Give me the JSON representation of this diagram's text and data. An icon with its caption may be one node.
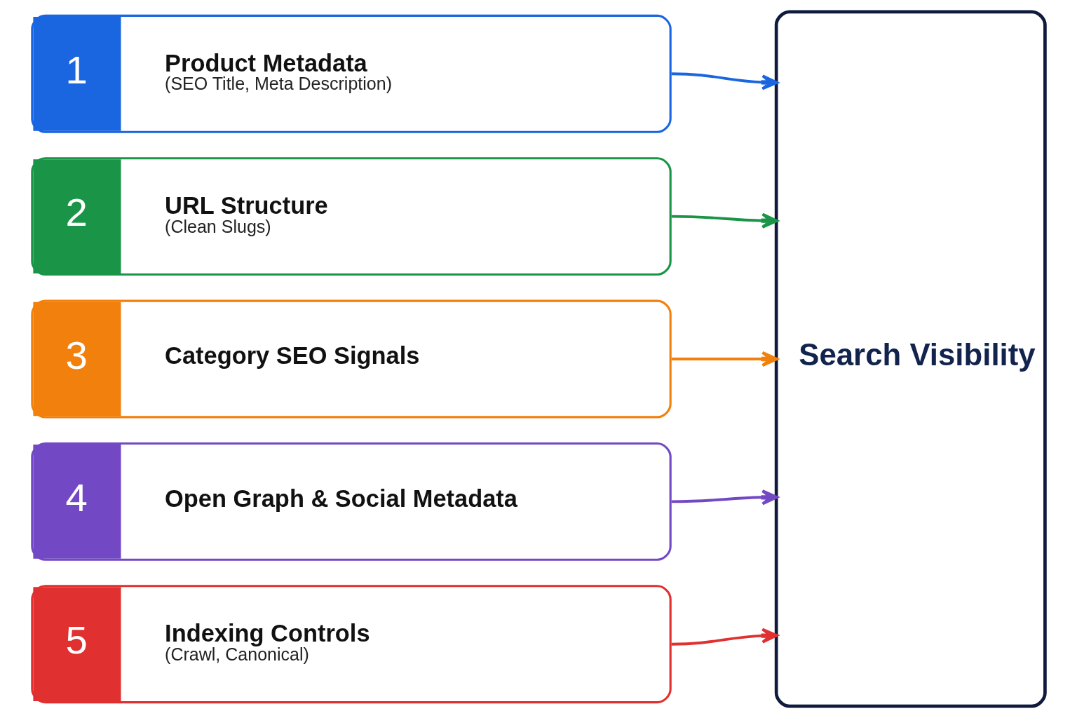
{
  "diagram": {
    "nodes": [
      {
        "text": [
          "1",
          "Product Metadata",
          "(SEO Title, Meta Description)"
        ]
      },
      {
        "text": [
          "2",
          "URL Structure",
          "(Clean Slugs)"
        ]
      },
      {
        "text": [
          "3",
          "Category SEO Signals"
        ]
      },
      {
        "text": [
          "4",
          "Open Graph & Social Metadata"
        ]
      },
      {
        "text": [
          "5",
          "Indexing Controls",
          "(Crawl, Canonical)"
        ]
      },
      {
        "text": [
          "Search Visibility"
        ]
      }
    ],
    "edges": [
      {
        "from": 0,
        "to": 5,
        "arrow": "to",
        "color": "#1a66e0"
      },
      {
        "from": 1,
        "to": 5,
        "arrow": "to",
        "color": "#1a9447"
      },
      {
        "from": 2,
        "to": 5,
        "arrow": "to",
        "color": "#f2800c"
      },
      {
        "from": 3,
        "to": 5,
        "arrow": "to",
        "color": "#7248c4"
      },
      {
        "from": 4,
        "to": 5,
        "arrow": "to",
        "color": "#e03030"
      }
    ]
  }
}
